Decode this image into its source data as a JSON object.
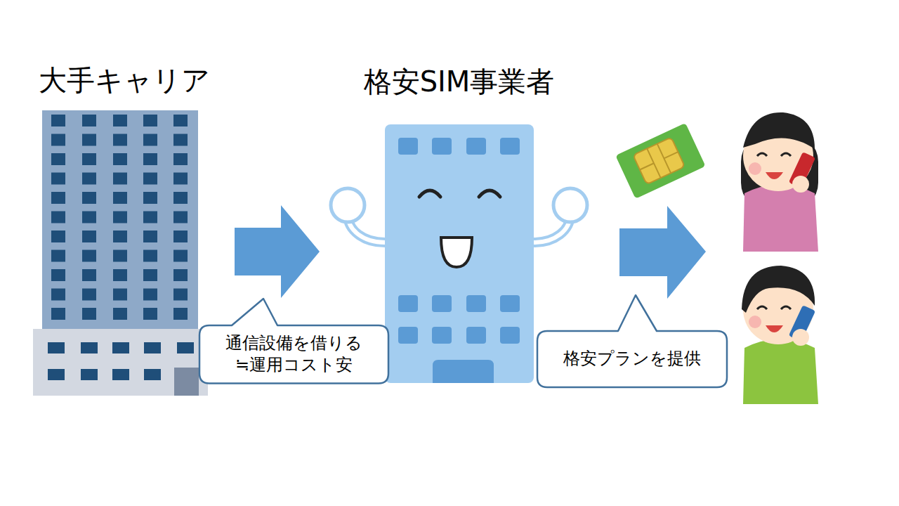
{
  "diagram": {
    "nodes": [
      {
        "text": [
          "大手キャリア"
        ]
      },
      {
        "text": [
          "格安SIM事業者"
        ]
      },
      {
        "text": [
          "通信設備を借りる ≒運用コスト安"
        ]
      },
      {
        "text": [
          "格安プランを提供"
        ]
      }
    ],
    "edges": [
      {
        "from": 0,
        "to": 1,
        "arrow": "to"
      }
    ]
  }
}
